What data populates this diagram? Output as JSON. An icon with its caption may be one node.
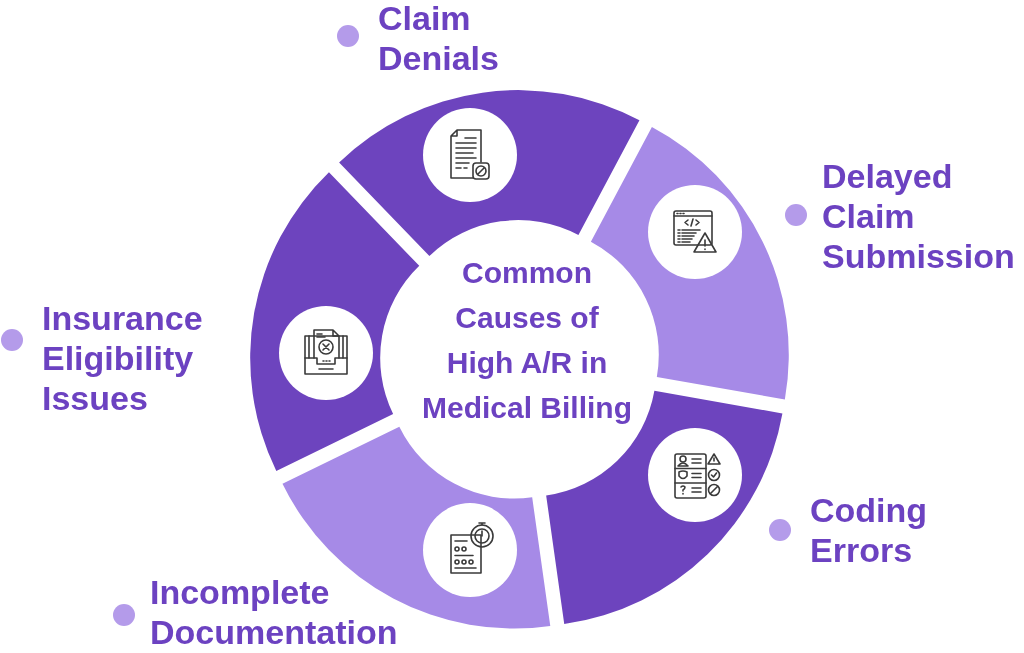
{
  "diagram": {
    "nodes": [
      {
        "text": [
          "Common Causes of High A/R in Medical Billing"
        ]
      },
      {
        "text": [],
        "shape": "arc",
        "beside": [
          "Claim Denials"
        ]
      },
      {
        "text": [],
        "shape": "arc",
        "beside": [
          "Delayed Claim Submission"
        ]
      },
      {
        "text": [],
        "shape": "arc",
        "beside": [
          "Coding Errors"
        ]
      },
      {
        "text": [],
        "shape": "arc",
        "beside": [
          "Incomplete Documentation"
        ]
      },
      {
        "text": [],
        "shape": "arc",
        "beside": [
          "Insurance Eligibility Issues"
        ]
      }
    ]
  }
}
